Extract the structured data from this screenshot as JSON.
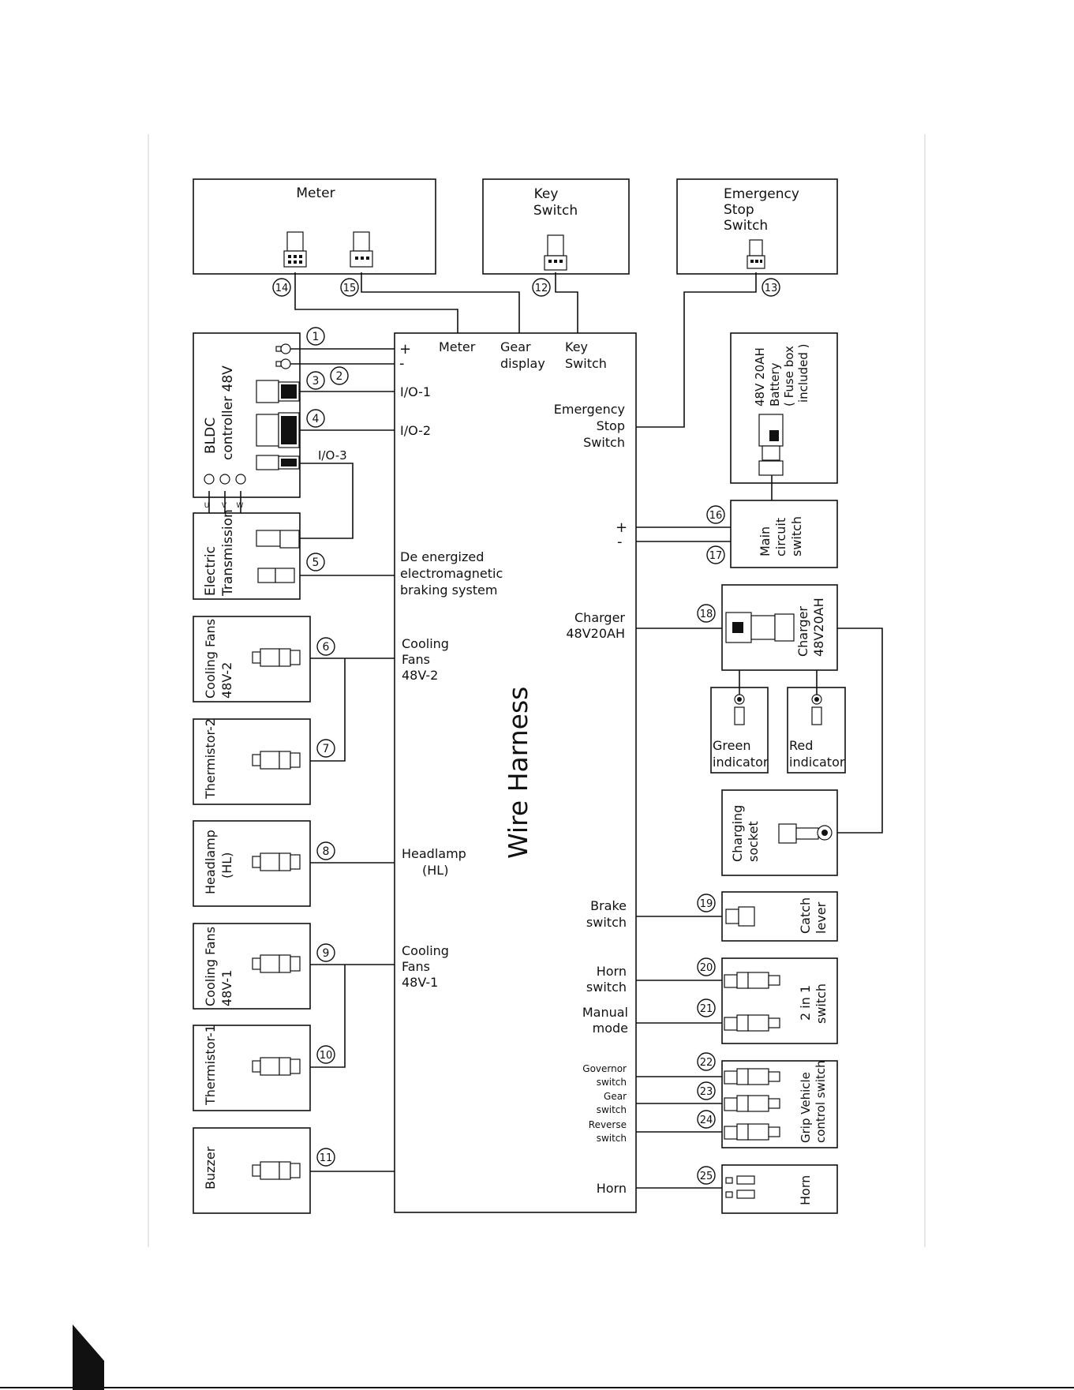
{
  "title": "Wire Harness",
  "boxes": {
    "meter": [
      "Meter"
    ],
    "key_switch": [
      "Key",
      "Switch"
    ],
    "estop": [
      "Emergency",
      "Stop",
      "Switch"
    ],
    "bldc": [
      "BLDC",
      "controller 48V"
    ],
    "uvw": [
      "U",
      "V",
      "W"
    ],
    "transmission": [
      "Electric",
      "Transmission"
    ],
    "fans2": [
      "Cooling Fans",
      "48V-2"
    ],
    "therm2": [
      "Thermistor-2"
    ],
    "headlamp": [
      "Headlamp",
      "(HL)"
    ],
    "fans1": [
      "Cooling Fans",
      "48V-1"
    ],
    "therm1": [
      "Thermistor-1"
    ],
    "buzzer": [
      "Buzzer"
    ],
    "battery": [
      "48V 20AH",
      "Battery",
      "( Fuse box",
      "included )"
    ],
    "main_switch": [
      "Main",
      "circuit",
      "switch"
    ],
    "charger": [
      "Charger",
      "48V20AH"
    ],
    "green": [
      "Green",
      "indicator"
    ],
    "red": [
      "Red",
      "indicator"
    ],
    "socket": [
      "Charging",
      "socket"
    ],
    "catch": [
      "Catch",
      "lever"
    ],
    "two_in_one": [
      "2 in 1",
      "switch"
    ],
    "grip": [
      "Grip Vehicle",
      "control switch"
    ],
    "horn": [
      "Horn"
    ]
  },
  "harness_labels": {
    "plus": "+",
    "minus": "-",
    "meter": [
      "Meter"
    ],
    "gear": [
      "Gear",
      "display"
    ],
    "key": [
      "Key",
      "Switch"
    ],
    "io1": [
      "I/O-1"
    ],
    "io2": [
      "I/O-2"
    ],
    "io3": [
      "I/O-3"
    ],
    "estop": [
      "Emergency",
      "Stop",
      "Switch"
    ],
    "brake_sys": [
      "De energized",
      "electromagnetic",
      "braking  system"
    ],
    "fans2": [
      "Cooling",
      "Fans",
      "48V-2"
    ],
    "headlamp": [
      "Headlamp",
      "(HL)"
    ],
    "fans1": [
      "Cooling",
      "Fans",
      "48V-1"
    ],
    "main_plus": "+",
    "main_minus": "-",
    "charger": [
      "Charger",
      "48V20AH"
    ],
    "brake": [
      "Brake",
      "switch"
    ],
    "horn_sw": [
      "Horn",
      "switch"
    ],
    "manual": [
      "Manual",
      "mode"
    ],
    "governor": [
      "Governor",
      "switch"
    ],
    "gear_sw": [
      "Gear",
      "switch"
    ],
    "reverse": [
      "Reverse",
      "switch"
    ],
    "horn": [
      "Horn"
    ]
  },
  "connectors": [
    "1",
    "2",
    "3",
    "4",
    "5",
    "6",
    "7",
    "8",
    "9",
    "10",
    "11",
    "12",
    "13",
    "14",
    "15",
    "16",
    "17",
    "18",
    "19",
    "20",
    "21",
    "22",
    "23",
    "24",
    "25"
  ]
}
